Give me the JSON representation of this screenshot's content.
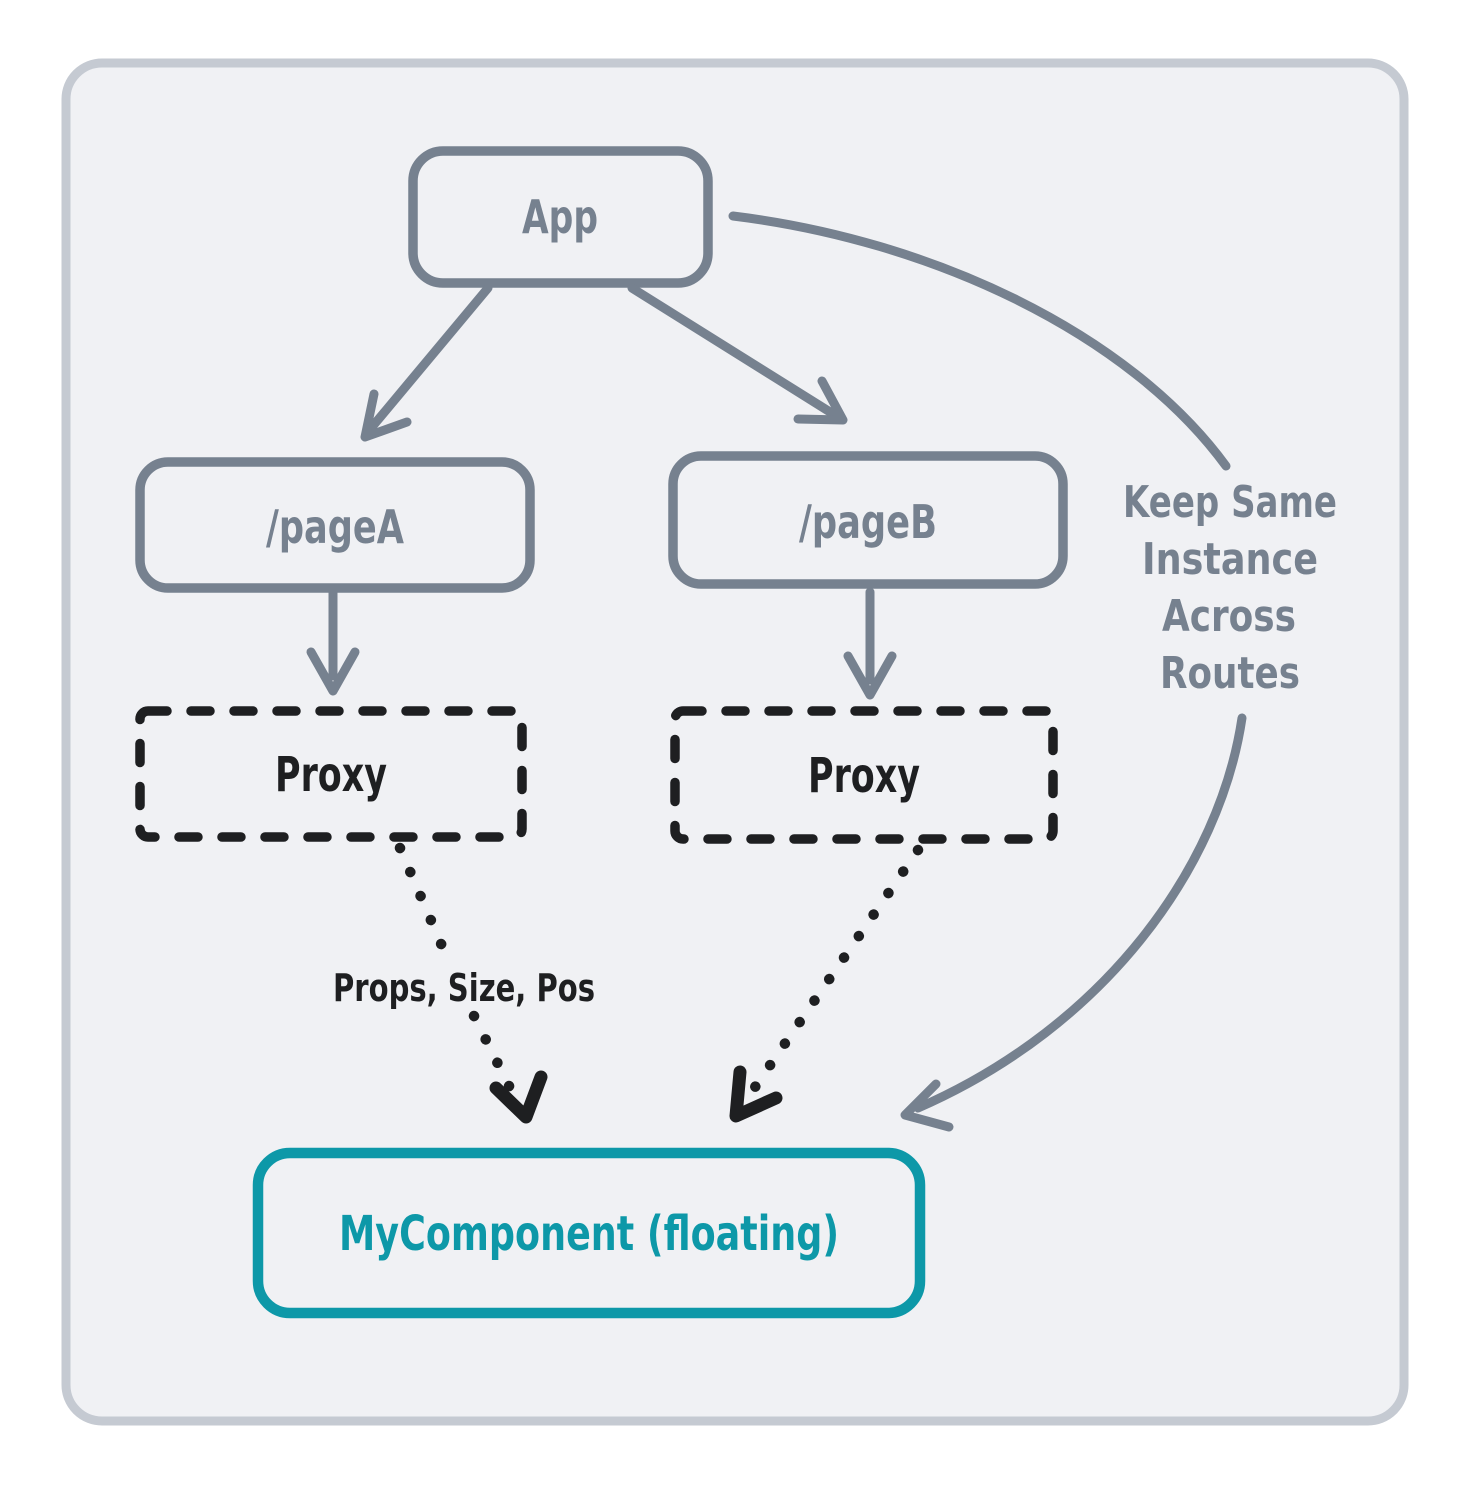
{
  "diagram": {
    "nodes": {
      "app": {
        "label": "App"
      },
      "page_a": {
        "label": "/pageA"
      },
      "page_b": {
        "label": "/pageB"
      },
      "proxy_a": {
        "label": "Proxy"
      },
      "proxy_b": {
        "label": "Proxy"
      },
      "my_component": {
        "label": "MyComponent (floating)"
      }
    },
    "edge_labels": {
      "props_size_pos": "Props, Size, Pos",
      "keep_same_instance": {
        "lines": [
          "Keep Same",
          "Instance",
          "Across",
          "Routes"
        ]
      }
    }
  },
  "colors": {
    "gray": "#76818f",
    "ink": "#1e1f21",
    "teal": "#0d98a8",
    "panel_fill": "#f0f1f4",
    "panel_border": "#c5cad2"
  }
}
